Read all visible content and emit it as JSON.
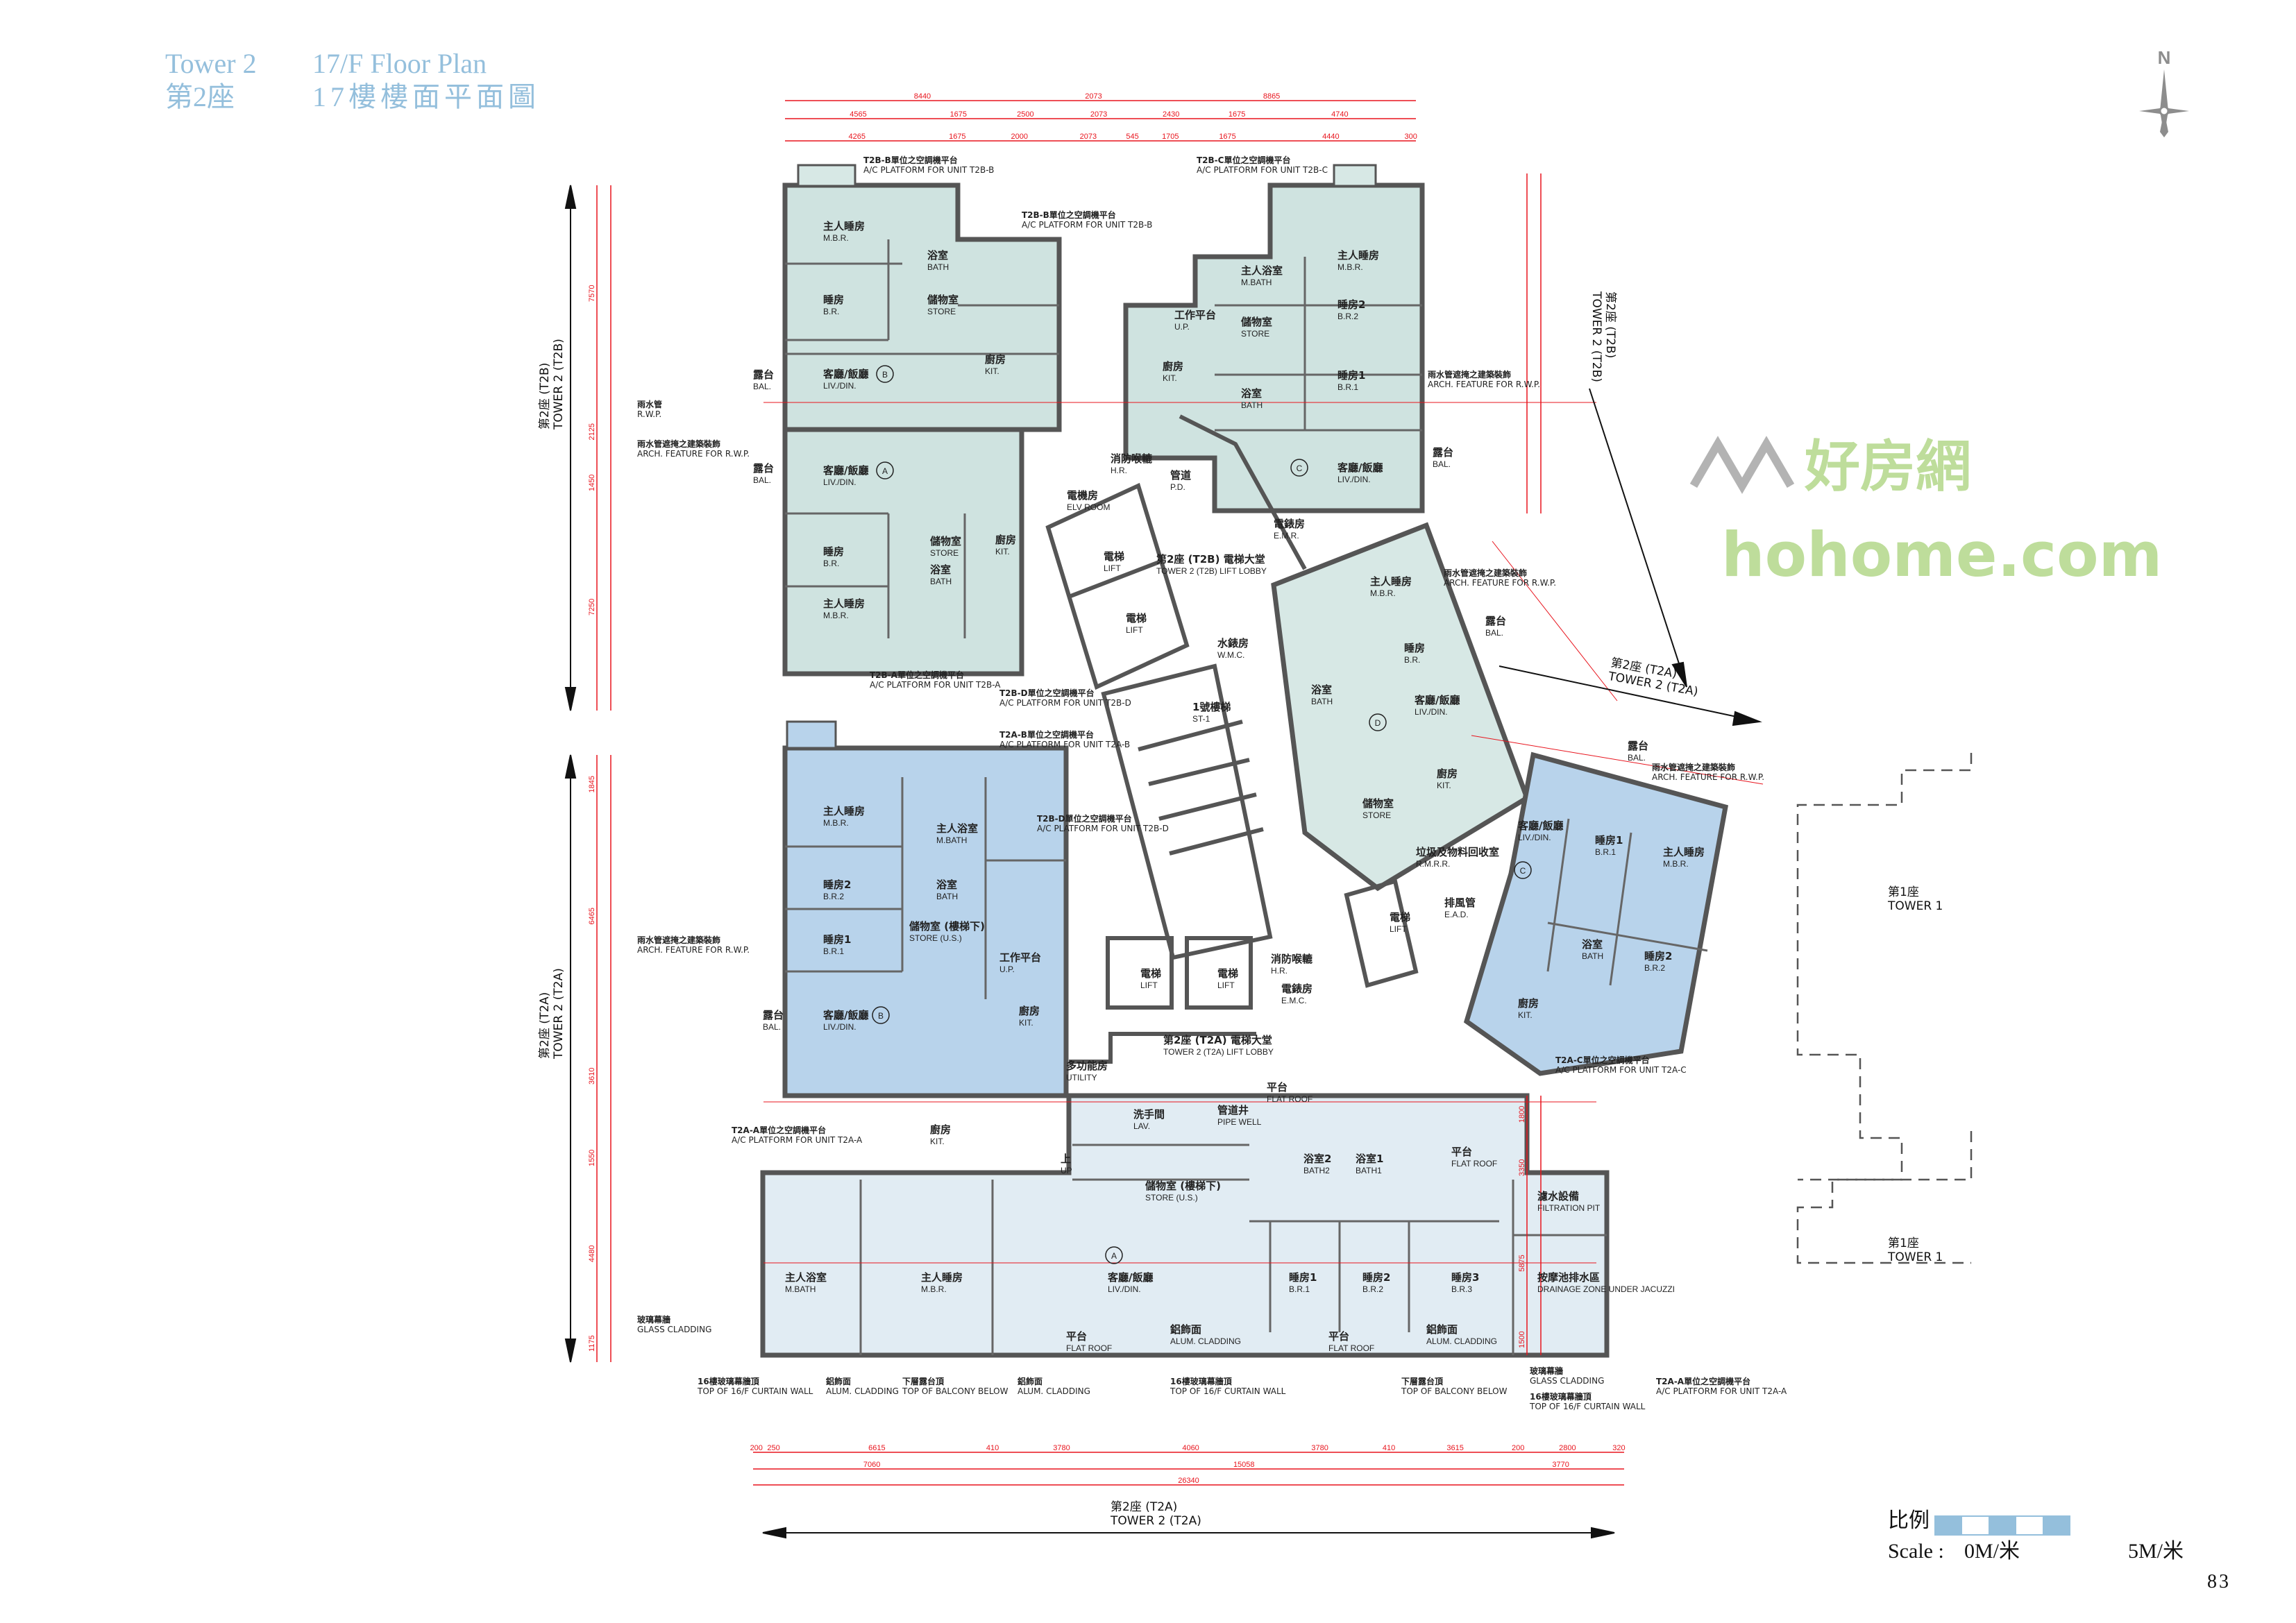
{
  "header": {
    "tower_en": "Tower 2",
    "plan_en": "17/F Floor Plan",
    "tower_zh": "第2座",
    "plan_zh": "17樓樓面平面圖"
  },
  "compass": {
    "label": "N"
  },
  "scale": {
    "label_zh": "比例",
    "label_en": "Scale :",
    "start": "0M/米",
    "end": "5M/米"
  },
  "page_number": "83",
  "colors": {
    "t2b": "#cfe3e0",
    "t2a_upper": "#b8d3eb",
    "t2a_lower": "#e1ecf3",
    "dimension": "#e8141d",
    "header": "#94bfdc"
  },
  "watermark": {
    "zh": "好房網",
    "en": "hohome.com"
  },
  "tower_labels": [
    {
      "zh": "第2座 (T2B)",
      "en": "TOWER 2 (T2B)"
    },
    {
      "zh": "第2座 (T2A)",
      "en": "TOWER 2 (T2A)"
    },
    {
      "zh": "第2座 (T2B)",
      "en": "TOWER 2 (T2B)"
    },
    {
      "zh": "第2座 (T2A)",
      "en": "TOWER 2 (T2A)"
    },
    {
      "zh": "第2座 (T2A)",
      "en": "TOWER 2 (T2A)"
    },
    {
      "zh": "第1座",
      "en": "TOWER 1"
    },
    {
      "zh": "第1座",
      "en": "TOWER 1"
    }
  ],
  "unit_markers": [
    "B",
    "A",
    "C",
    "D",
    "B",
    "C",
    "A"
  ],
  "rooms": [
    {
      "zh": "主人睡房",
      "en": "M.B.R."
    },
    {
      "zh": "睡房",
      "en": "B.R."
    },
    {
      "zh": "浴室",
      "en": "BATH"
    },
    {
      "zh": "儲物室",
      "en": "STORE"
    },
    {
      "zh": "廚房",
      "en": "KIT."
    },
    {
      "zh": "客廳/飯廳",
      "en": "LIV./DIN."
    },
    {
      "zh": "露台",
      "en": "BAL."
    },
    {
      "zh": "客廳/飯廳",
      "en": "LIV./DIN."
    },
    {
      "zh": "睡房",
      "en": "B.R."
    },
    {
      "zh": "主人睡房",
      "en": "M.B.R."
    },
    {
      "zh": "儲物室",
      "en": "STORE"
    },
    {
      "zh": "浴室",
      "en": "BATH"
    },
    {
      "zh": "廚房",
      "en": "KIT."
    },
    {
      "zh": "露台",
      "en": "BAL."
    },
    {
      "zh": "主人睡房",
      "en": "M.B.R."
    },
    {
      "zh": "睡房2",
      "en": "B.R.2"
    },
    {
      "zh": "睡房1",
      "en": "B.R.1"
    },
    {
      "zh": "主人浴室",
      "en": "M.BATH"
    },
    {
      "zh": "儲物室",
      "en": "STORE"
    },
    {
      "zh": "浴室",
      "en": "BATH"
    },
    {
      "zh": "廚房",
      "en": "KIT."
    },
    {
      "zh": "工作平台",
      "en": "U.P."
    },
    {
      "zh": "客廳/飯廳",
      "en": "LIV./DIN."
    },
    {
      "zh": "露台",
      "en": "BAL."
    },
    {
      "zh": "主人睡房",
      "en": "M.B.R."
    },
    {
      "zh": "睡房",
      "en": "B.R."
    },
    {
      "zh": "浴室",
      "en": "BATH"
    },
    {
      "zh": "客廳/飯廳",
      "en": "LIV./DIN."
    },
    {
      "zh": "廚房",
      "en": "KIT."
    },
    {
      "zh": "儲物室",
      "en": "STORE"
    },
    {
      "zh": "露台",
      "en": "BAL."
    },
    {
      "zh": "電梯",
      "en": "LIFT"
    },
    {
      "zh": "電梯",
      "en": "LIFT"
    },
    {
      "zh": "電梯",
      "en": "LIFT"
    },
    {
      "zh": "電梯",
      "en": "LIFT"
    },
    {
      "zh": "電梯",
      "en": "LIFT"
    },
    {
      "zh": "電機房",
      "en": "ELV ROOM"
    },
    {
      "zh": "消防喉轆",
      "en": "H.R."
    },
    {
      "zh": "第2座 (T2B) 電梯大堂",
      "en": "TOWER 2 (T2B) LIFT LOBBY"
    },
    {
      "zh": "電錶房",
      "en": "E.M.R."
    },
    {
      "zh": "水錶房",
      "en": "W.M.C."
    },
    {
      "zh": "1號樓梯",
      "en": "ST-1"
    },
    {
      "zh": "第2座 (T2A) 電梯大堂",
      "en": "TOWER 2 (T2A) LIFT LOBBY"
    },
    {
      "zh": "多功能房",
      "en": "UTILITY"
    },
    {
      "zh": "消防喉轆",
      "en": "H.R."
    },
    {
      "zh": "電錶房",
      "en": "E.M.C."
    },
    {
      "zh": "垃圾及物料回收室",
      "en": "R.M.R.R."
    },
    {
      "zh": "排風管",
      "en": "E.A.D."
    },
    {
      "zh": "管道",
      "en": "P.D."
    },
    {
      "zh": "主人睡房",
      "en": "M.B.R."
    },
    {
      "zh": "睡房2",
      "en": "B.R.2"
    },
    {
      "zh": "睡房1",
      "en": "B.R.1"
    },
    {
      "zh": "客廳/飯廳",
      "en": "LIV./DIN."
    },
    {
      "zh": "主人浴室",
      "en": "M.BATH"
    },
    {
      "zh": "浴室",
      "en": "BATH"
    },
    {
      "zh": "儲物室 (樓梯下)",
      "en": "STORE (U.S.)"
    },
    {
      "zh": "工作平台",
      "en": "U.P."
    },
    {
      "zh": "廚房",
      "en": "KIT."
    },
    {
      "zh": "露台",
      "en": "BAL."
    },
    {
      "zh": "客廳/飯廳",
      "en": "LIV./DIN."
    },
    {
      "zh": "睡房1",
      "en": "B.R.1"
    },
    {
      "zh": "主人睡房",
      "en": "M.B.R."
    },
    {
      "zh": "浴室",
      "en": "BATH"
    },
    {
      "zh": "睡房2",
      "en": "B.R.2"
    },
    {
      "zh": "廚房",
      "en": "KIT."
    },
    {
      "zh": "露台",
      "en": "BAL."
    },
    {
      "zh": "廚房",
      "en": "KIT."
    },
    {
      "zh": "主人浴室",
      "en": "M.BATH"
    },
    {
      "zh": "主人睡房",
      "en": "M.B.R."
    },
    {
      "zh": "客廳/飯廳",
      "en": "LIV./DIN."
    },
    {
      "zh": "睡房1",
      "en": "B.R.1"
    },
    {
      "zh": "睡房2",
      "en": "B.R.2"
    },
    {
      "zh": "睡房3",
      "en": "B.R.3"
    },
    {
      "zh": "浴室2",
      "en": "BATH2"
    },
    {
      "zh": "浴室1",
      "en": "BATH1"
    },
    {
      "zh": "平台",
      "en": "FLAT ROOF"
    },
    {
      "zh": "濾水設備",
      "en": "FILTRATION PIT"
    },
    {
      "zh": "按摩池排水區",
      "en": "DRAINAGE ZONE UNDER JACUZZI"
    },
    {
      "zh": "平台",
      "en": "FLAT ROOF"
    },
    {
      "zh": "平台",
      "en": "FLAT ROOF"
    },
    {
      "zh": "鋁飾面",
      "en": "ALUM. CLADDING"
    },
    {
      "zh": "鋁飾面",
      "en": "ALUM. CLADDING"
    },
    {
      "zh": "儲物室 (樓梯下)",
      "en": "STORE (U.S.)"
    },
    {
      "zh": "洗手間",
      "en": "LAV."
    },
    {
      "zh": "管道井",
      "en": "PIPE WELL"
    },
    {
      "zh": "上",
      "en": "UP"
    },
    {
      "zh": "平台",
      "en": "FLAT ROOF"
    }
  ],
  "annotations": [
    {
      "zh": "T2B-B單位之空調機平台",
      "en": "A/C PLATFORM FOR UNIT T2B-B"
    },
    {
      "zh": "T2B-B單位之空調機平台",
      "en": "A/C PLATFORM FOR UNIT T2B-B"
    },
    {
      "zh": "T2B-C單位之空調機平台",
      "en": "A/C PLATFORM FOR UNIT T2B-C"
    },
    {
      "zh": "T2B-A單位之空調機平台",
      "en": "A/C PLATFORM FOR UNIT T2B-A"
    },
    {
      "zh": "T2B-D單位之空調機平台",
      "en": "A/C PLATFORM FOR UNIT T2B-D"
    },
    {
      "zh": "T2A-B單位之空調機平台",
      "en": "A/C PLATFORM FOR UNIT T2A-B"
    },
    {
      "zh": "T2B-D單位之空調機平台",
      "en": "A/C PLATFORM FOR UNIT T2B-D"
    },
    {
      "zh": "T2A-A單位之空調機平台",
      "en": "A/C PLATFORM FOR UNIT T2A-A"
    },
    {
      "zh": "T2A-C單位之空調機平台",
      "en": "A/C PLATFORM FOR UNIT T2A-C"
    },
    {
      "zh": "雨水管",
      "en": "R.W.P."
    },
    {
      "zh": "雨水管遮掩之建築裝飾",
      "en": "ARCH. FEATURE FOR R.W.P."
    },
    {
      "zh": "雨水管遮掩之建築裝飾",
      "en": "ARCH. FEATURE FOR R.W.P."
    },
    {
      "zh": "雨水管遮掩之建築裝飾",
      "en": "ARCH. FEATURE FOR R.W.P."
    },
    {
      "zh": "雨水管遮掩之建築裝飾",
      "en": "ARCH. FEATURE FOR R.W.P."
    },
    {
      "zh": "雨水管遮掩之建築裝飾",
      "en": "ARCH. FEATURE FOR R.W.P."
    },
    {
      "zh": "玻璃幕牆",
      "en": "GLASS CLADDING"
    },
    {
      "zh": "16樓玻璃幕牆頂",
      "en": "TOP OF 16/F CURTAIN WALL"
    },
    {
      "zh": "鋁飾面",
      "en": "ALUM. CLADDING"
    },
    {
      "zh": "下層露台頂",
      "en": "TOP OF BALCONY BELOW"
    },
    {
      "zh": "鋁飾面",
      "en": "ALUM. CLADDING"
    },
    {
      "zh": "16樓玻璃幕牆頂",
      "en": "TOP OF 16/F CURTAIN WALL"
    },
    {
      "zh": "下層露台頂",
      "en": "TOP OF BALCONY BELOW"
    },
    {
      "zh": "玻璃幕牆",
      "en": "GLASS CLADDING"
    },
    {
      "zh": "16樓玻璃幕牆頂",
      "en": "TOP OF 16/F CURTAIN WALL"
    },
    {
      "zh": "T2A-A單位之空調機平台",
      "en": "A/C PLATFORM FOR UNIT T2A-A"
    }
  ],
  "dimensions": {
    "top_row1": [
      "8440",
      "2073",
      "8865"
    ],
    "top_row2": [
      "4565",
      "1675",
      "2500",
      "2073",
      "2430",
      "1675",
      "4740"
    ],
    "top_row3": [
      "4265",
      "1675",
      "2000",
      "2073",
      "545",
      "1705",
      "1675",
      "4440",
      "300"
    ],
    "bottom_row1": [
      "200",
      "250",
      "6615",
      "410",
      "3780",
      "4060",
      "3780",
      "410",
      "3615",
      "200",
      "2800",
      "320"
    ],
    "bottom_row2": [
      "7060",
      "15058",
      "3770"
    ],
    "bottom_row3": [
      "26340"
    ],
    "left_t2b": [
      "7570",
      "2125",
      "1450",
      "7250"
    ],
    "left_t2a": [
      "1845",
      "6465",
      "3610",
      "1550",
      "4480",
      "1175"
    ],
    "right_t2a_a": [
      "1800",
      "3350",
      "5875",
      "1500"
    ]
  }
}
